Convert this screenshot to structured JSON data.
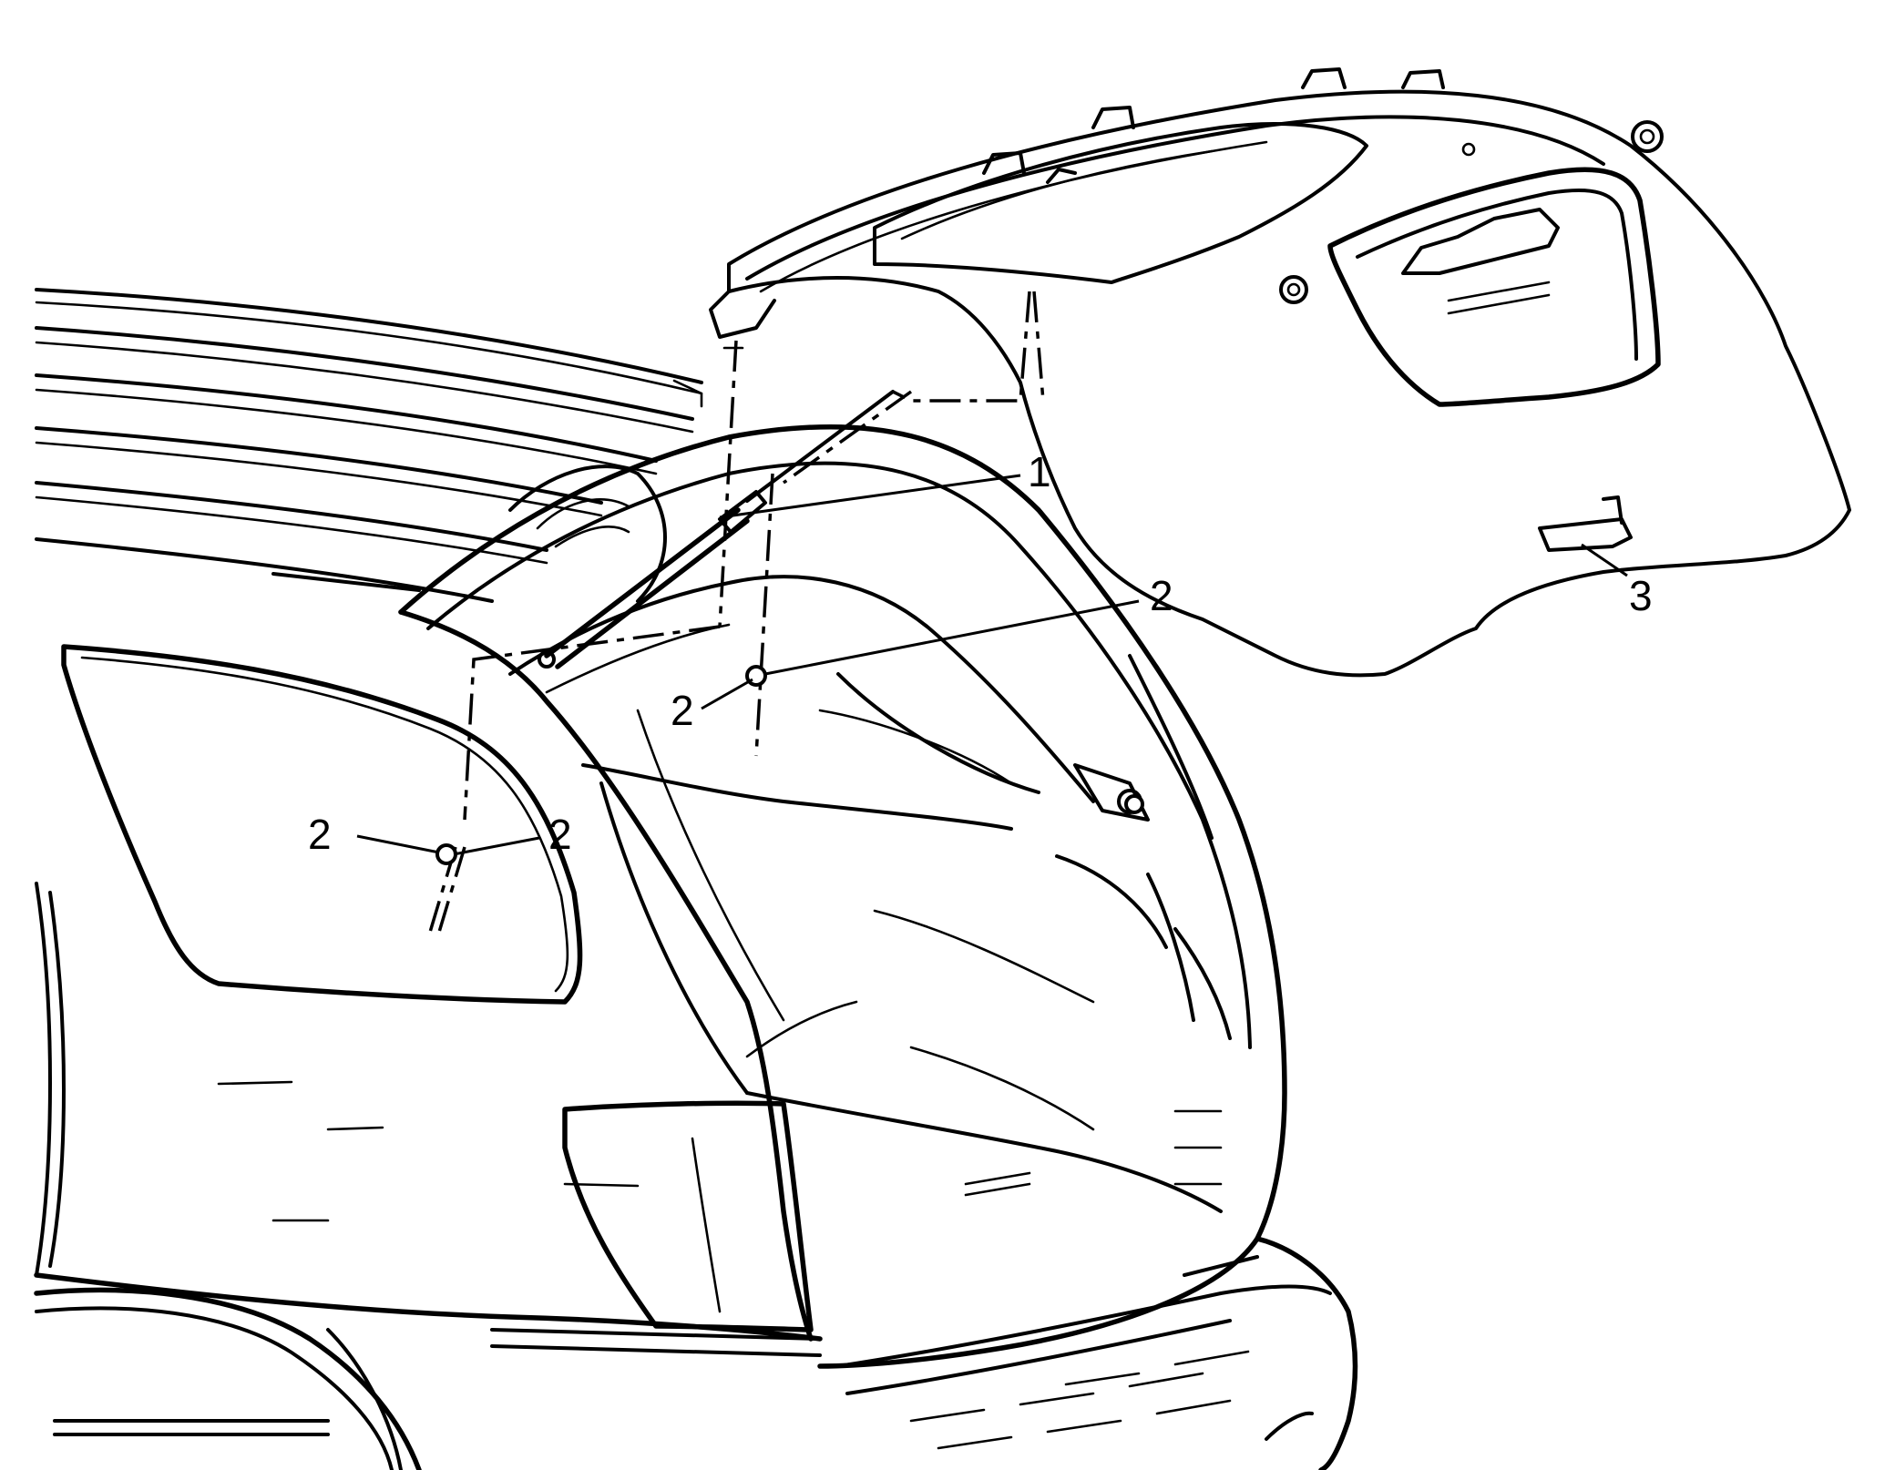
{
  "callouts": {
    "c1": "1",
    "c2a": "2",
    "c2b": "2",
    "c2c": "2",
    "c2d": "2",
    "c3": "3"
  },
  "colors": {
    "ink": "#000000",
    "paper": "#ffffff"
  }
}
